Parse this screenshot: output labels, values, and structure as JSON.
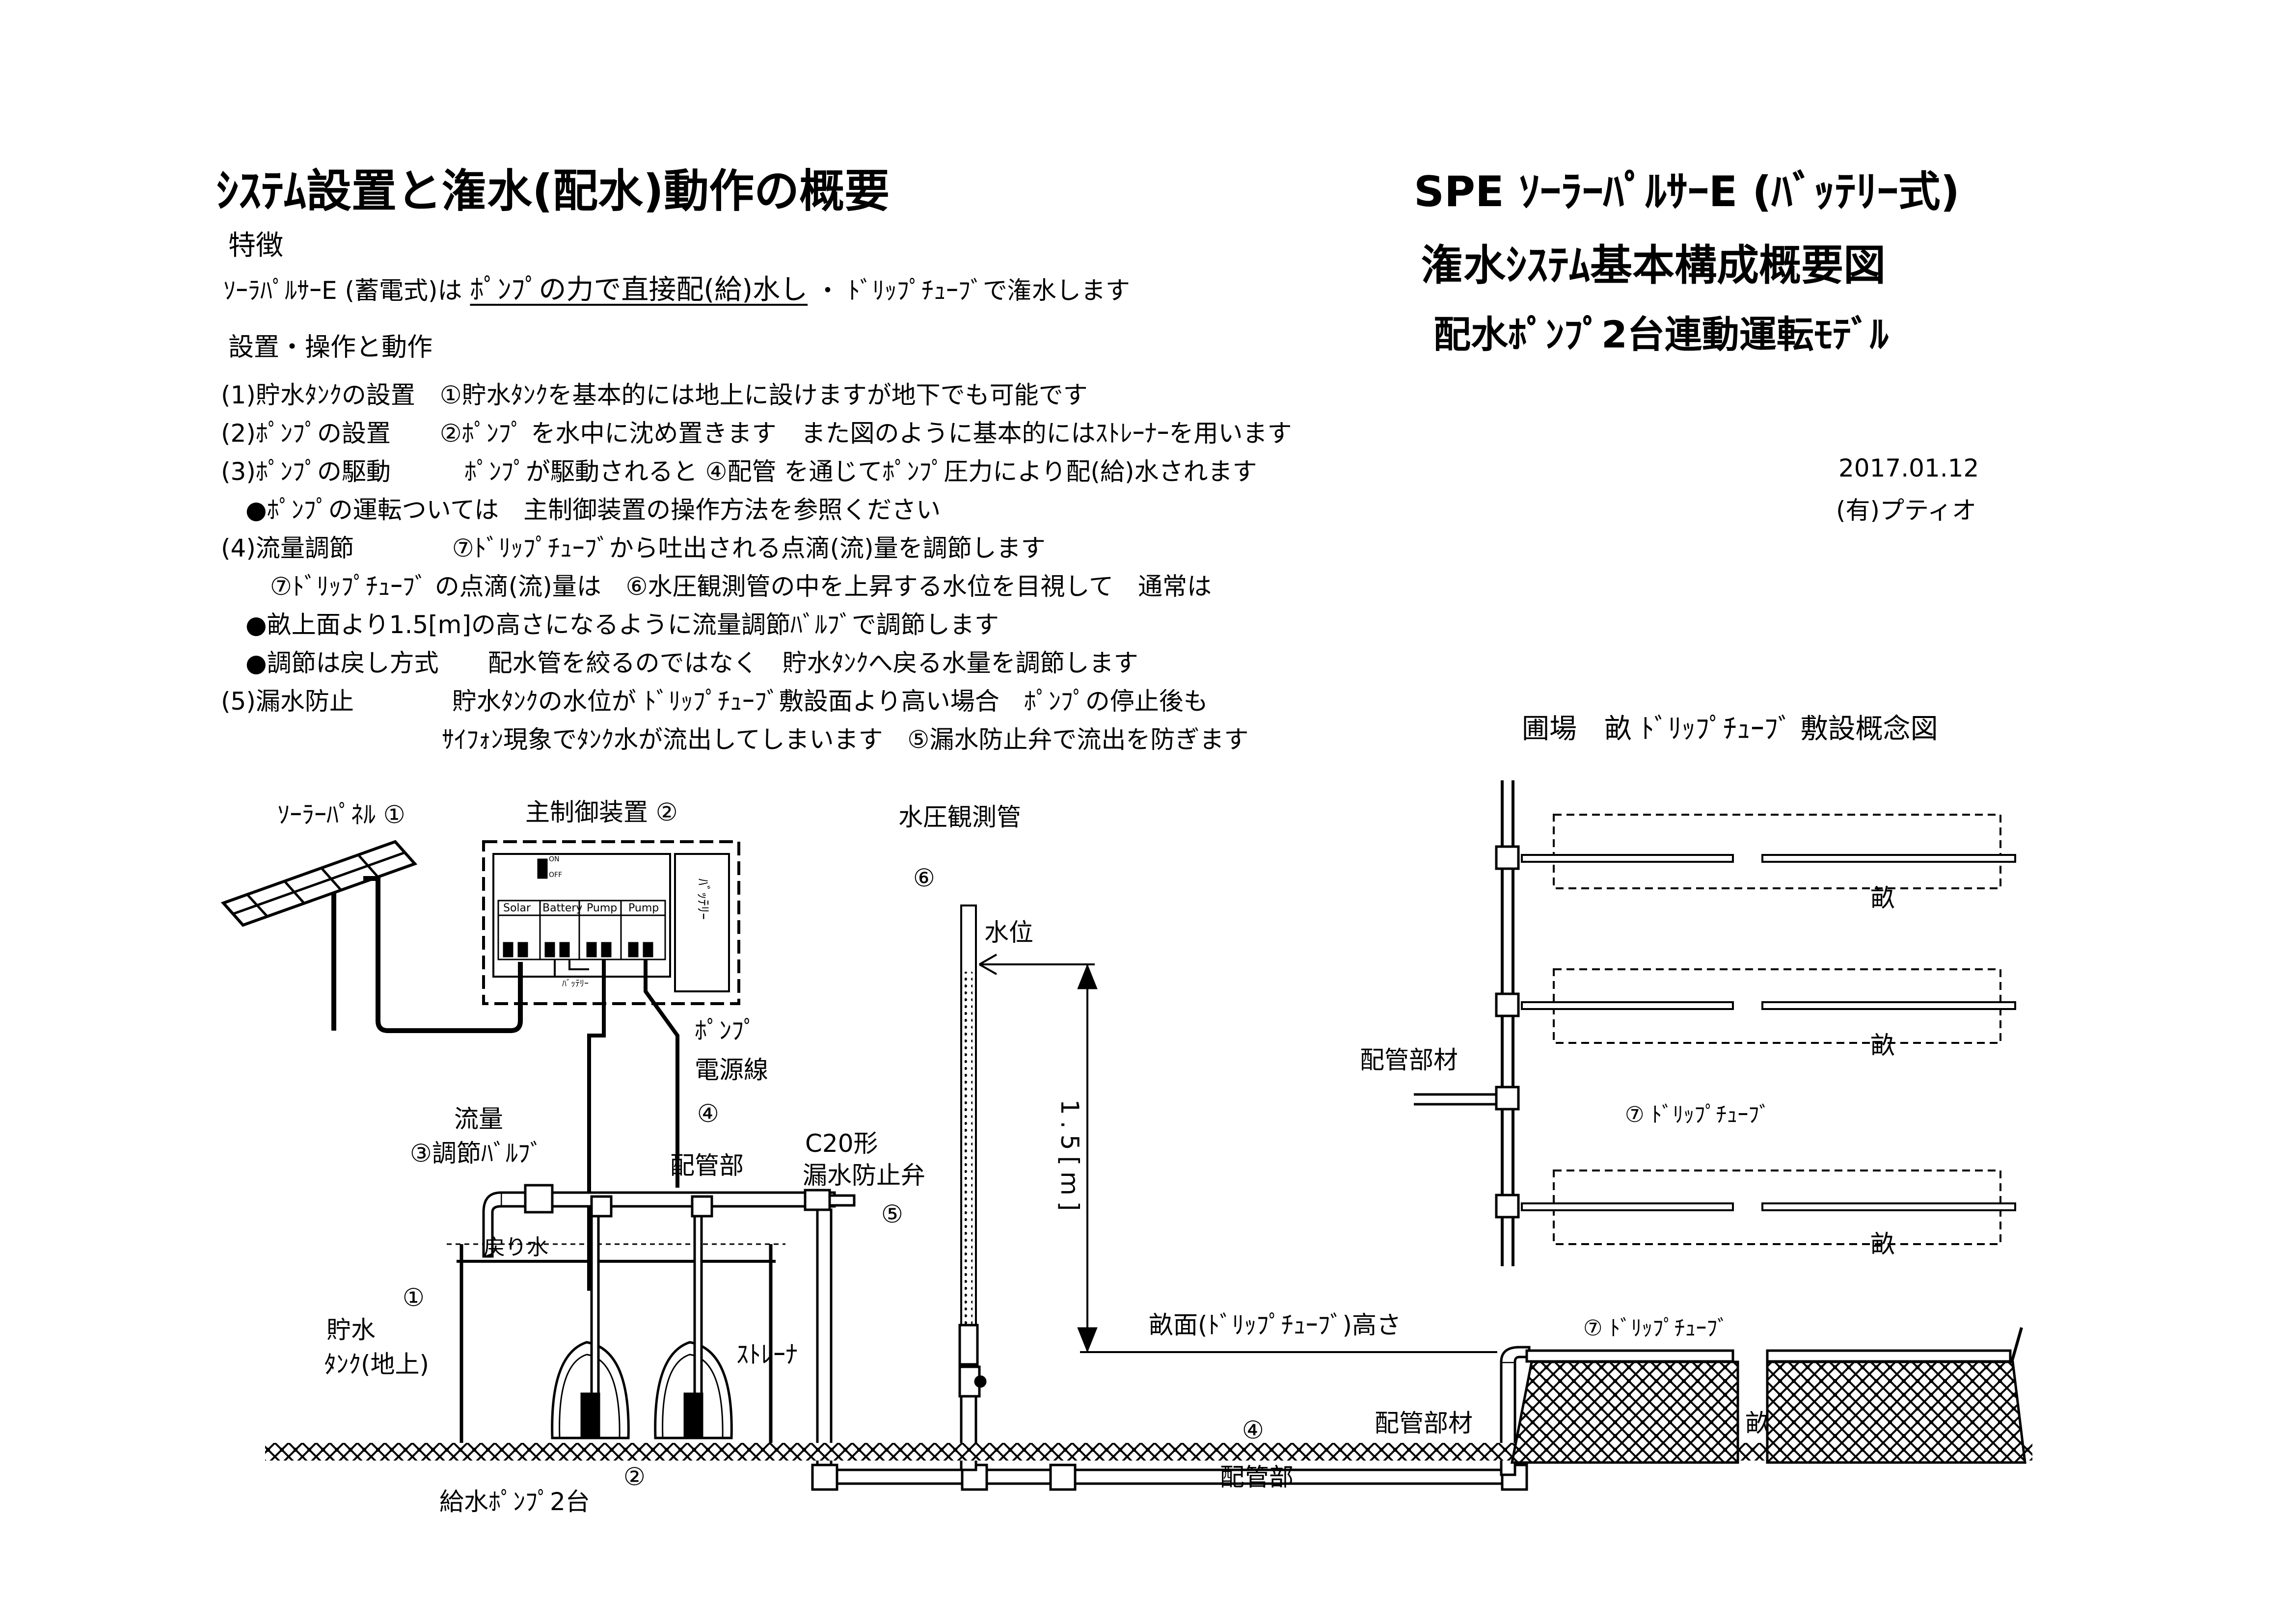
{
  "header": {
    "title_left": "ｼｽﾃﾑ設置と潅水(配水)動作の概要",
    "title_right_1": "SPE ｿｰﾗｰﾊﾟﾙｻｰE (ﾊﾞｯﾃﾘｰ式)",
    "title_right_2": "潅水ｼｽﾃﾑ基本構成概要図",
    "title_right_3": "配水ﾎﾟﾝﾌﾟ2台連動運転ﾓﾃﾞﾙ",
    "date": "2017.01.12",
    "company": "(有)プティオ"
  },
  "features": {
    "heading": "特徴",
    "line_prefix": "ｿｰﾗﾊﾟﾙｻｰE (蓄電式)は",
    "line_emph": "ﾎﾟﾝﾌﾟの力で直接配(給)水し",
    "line_suffix": "・ ﾄﾞﾘｯﾌﾟﾁｭｰﾌﾞで潅水します"
  },
  "operation": {
    "heading": "設置・操作と動作",
    "lines": [
      "(1)貯水ﾀﾝｸの設置　①貯水ﾀﾝｸを基本的には地上に設けますが地下でも可能です",
      "(2)ﾎﾟﾝﾌﾟの設置　　②ﾎﾟﾝﾌﾟ を水中に沈め置きます　また図のように基本的にはｽﾄﾚｰﾅｰを用います",
      "(3)ﾎﾟﾝﾌﾟの駆動　　　ﾎﾟﾝﾌﾟが駆動されると ④配管 を通じてﾎﾟﾝﾌﾟ圧力により配(給)水されます",
      "　●ﾎﾟﾝﾌﾟの運転ついては　主制御装置の操作方法を参照ください",
      "(4)流量調節　　　　⑦ﾄﾞﾘｯﾌﾟﾁｭｰﾌﾞから吐出される点滴(流)量を調節します",
      "　　⑦ﾄﾞﾘｯﾌﾟﾁｭｰﾌﾞ の点滴(流)量は　⑥水圧観測管の中を上昇する水位を目視して　通常は",
      "　●畝上面より1.5[m]の高さになるように流量調節ﾊﾞﾙﾌﾞで調節します",
      "　●調節は戻し方式　　配水管を絞るのではなく　貯水ﾀﾝｸへ戻る水量を調節します",
      "(5)漏水防止　　　　貯水ﾀﾝｸの水位が ﾄﾞﾘｯﾌﾟﾁｭｰﾌﾞ敷設面より高い場合　ﾎﾟﾝﾌﾟの停止後も",
      "　　　　　　　　　ｻｲﾌｫﾝ現象でﾀﾝｸ水が流出してしまいます　⑤漏水防止弁で流出を防ぎます"
    ]
  },
  "labels": {
    "solar_panel": "ｿｰﾗｰﾊﾟﾈﾙ ①",
    "controller": "主制御装置 ②",
    "battery": "ﾊﾞｯﾃﾘｰ",
    "terminals": [
      "Solar",
      "Battery",
      "Pump",
      "Pump"
    ],
    "terminal_battery_label": "ﾊﾞｯﾃﾘｰ",
    "switch_on": "ON",
    "switch_off": "OFF",
    "pump_cable_1": "ﾎﾟﾝﾌﾟ",
    "pump_cable_2": "電源線",
    "flow_1": "流量",
    "flow_2": "③調節ﾊﾞﾙﾌﾞ",
    "piping_num": "④",
    "piping": "配管部",
    "check_valve_1": "C20形",
    "check_valve_2": "漏水防止弁",
    "check_valve_num": "⑤",
    "return_water": "戻り水",
    "tank_num": "①",
    "tank_1": "貯水",
    "tank_2": "ﾀﾝｸ(地上)",
    "strainer": "ｽﾄﾚｰﾅ",
    "pump_num": "②",
    "pumps": "給水ﾎﾟﾝﾌﾟ2台",
    "pressure_tube": "水圧観測管",
    "pressure_num": "⑥",
    "water_level": "水位",
    "height": "1.5[m]",
    "ridge_height": "畝面(ﾄﾞﾘｯﾌﾟﾁｭｰﾌﾞ)高さ",
    "drip_tube_side": "⑦ ﾄﾞﾘｯﾌﾟﾁｭｰﾌﾞ",
    "piping_material_bottom": "配管部材",
    "ridge_bottom": "畝",
    "piping_bottom_num": "④",
    "piping_bottom": "配管部"
  },
  "field": {
    "title": "圃場　畝 ﾄﾞﾘｯﾌﾟﾁｭｰﾌﾞ 敷設概念図",
    "ridge_label": "畝",
    "piping_material": "配管部材",
    "drip_tube": "⑦ ﾄﾞﾘｯﾌﾟﾁｭｰﾌﾞ"
  }
}
